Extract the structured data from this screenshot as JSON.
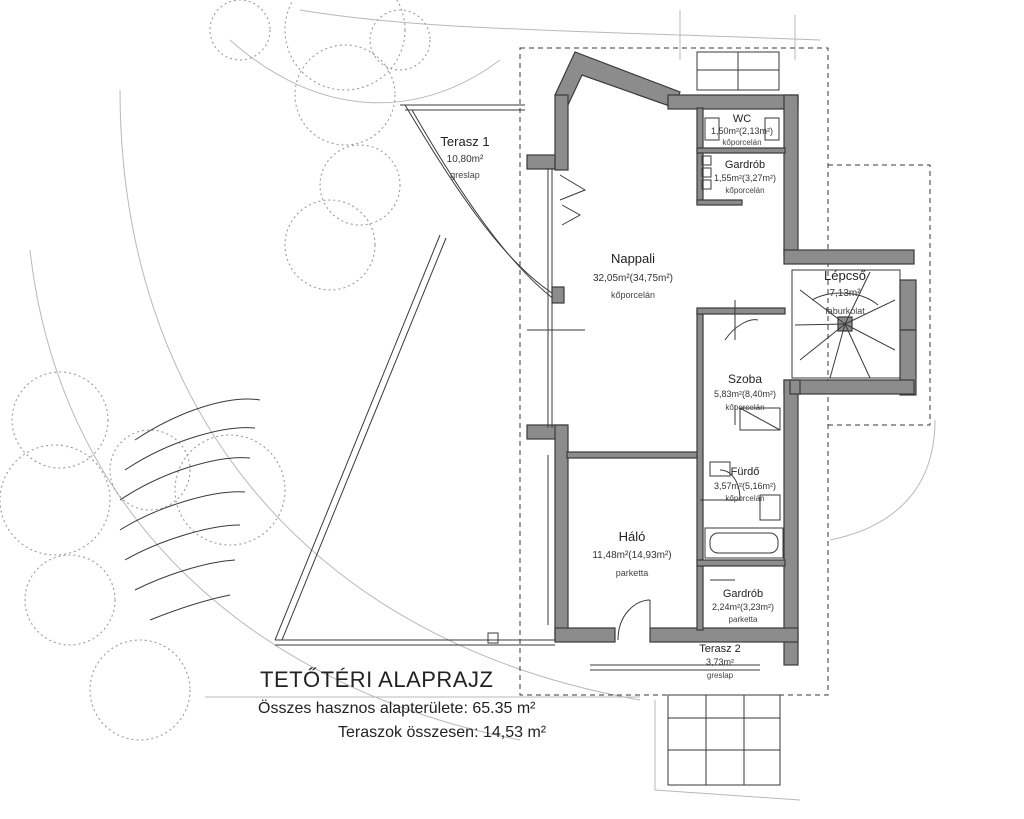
{
  "plan": {
    "title": "TETŐTÉRI ALAPRAJZ",
    "usable_area": "Összes hasznos alapterülete: 65.35 m²",
    "terrace_total": "Teraszok összesen: 14,53 m²"
  },
  "rooms": {
    "terasz1": {
      "name": "Terasz 1",
      "area": "10,80m²",
      "material": "greslap"
    },
    "nappali": {
      "name": "Nappali",
      "area": "32,05m²(34,75m²)",
      "material": "kőporcelán"
    },
    "wc": {
      "name": "WC",
      "area": "1,50m²(2,13m²)",
      "material": "kőporcelán"
    },
    "gardrob1": {
      "name": "Gardrób",
      "area": "1,55m²(3,27m²)",
      "material": "kőporcelán"
    },
    "lepcso": {
      "name": "Lépcső",
      "area": "7,13m²",
      "material": "faburkolat"
    },
    "szoba": {
      "name": "Szoba",
      "area": "5,83m²(8,40m²)",
      "material": "kőporcelán"
    },
    "furdo": {
      "name": "Fürdő",
      "area": "3,57m²(5,16m²)",
      "material": "kőporcelán"
    },
    "halo": {
      "name": "Háló",
      "area": "11,48m²(14,93m²)",
      "material": "parketta"
    },
    "gardrob2": {
      "name": "Gardrób",
      "area": "2,24m²(3,23m²)",
      "material": "parketta"
    },
    "terasz2": {
      "name": "Terasz 2",
      "area": "3,73m²",
      "material": "greslap"
    }
  }
}
